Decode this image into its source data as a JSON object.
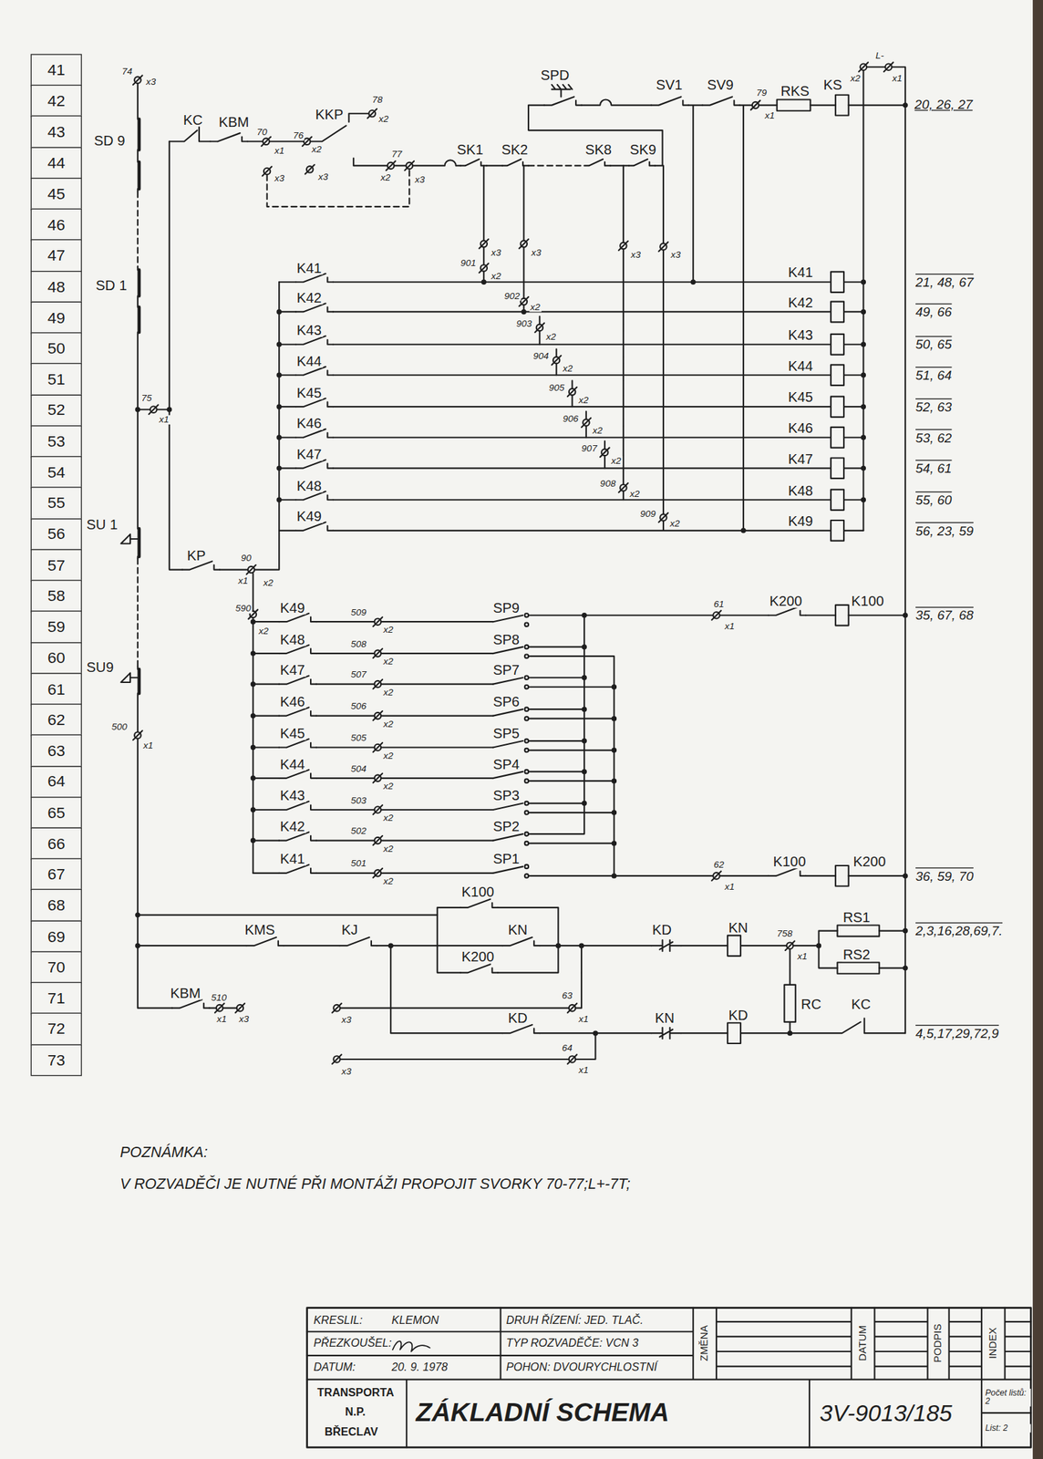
{
  "diagram": {
    "title": "ZÁKLADNÍ SCHEMA",
    "nodes": [
      {
        "text": [
          "41"
        ]
      },
      {
        "text": [
          "42"
        ]
      },
      {
        "text": [
          "43"
        ]
      },
      {
        "text": [
          "44"
        ]
      },
      {
        "text": [
          "45"
        ]
      },
      {
        "text": [
          "46"
        ]
      },
      {
        "text": [
          "47"
        ]
      },
      {
        "text": [
          "48"
        ]
      },
      {
        "text": [
          "49"
        ]
      },
      {
        "text": [
          "50"
        ]
      },
      {
        "text": [
          "51"
        ]
      },
      {
        "text": [
          "52"
        ]
      },
      {
        "text": [
          "53"
        ]
      },
      {
        "text": [
          "54"
        ]
      },
      {
        "text": [
          "55"
        ]
      },
      {
        "text": [
          "56"
        ]
      },
      {
        "text": [
          "57"
        ]
      },
      {
        "text": [
          "58"
        ]
      },
      {
        "text": [
          "59"
        ]
      },
      {
        "text": [
          "60"
        ]
      },
      {
        "text": [
          "61"
        ]
      },
      {
        "text": [
          "62"
        ]
      },
      {
        "text": [
          "63"
        ]
      },
      {
        "text": [
          "64"
        ]
      },
      {
        "text": [
          "65"
        ]
      },
      {
        "text": [
          "66"
        ]
      },
      {
        "text": [
          "67"
        ]
      },
      {
        "text": [
          "68"
        ]
      },
      {
        "text": [
          "69"
        ]
      },
      {
        "text": [
          "70"
        ]
      },
      {
        "text": [
          "71"
        ]
      },
      {
        "text": [
          "72"
        ]
      },
      {
        "text": [
          "73"
        ]
      }
    ],
    "labels": [
      "74",
      "x3",
      "SD 9",
      "SD 1",
      "75",
      "x1",
      "SU 1",
      "SU9",
      "500",
      "x1",
      "KC",
      "KBM",
      "70",
      "x1",
      "x3",
      "KKP",
      "76",
      "x2",
      "x3",
      "78",
      "x2",
      "77",
      "x2",
      "x3",
      "SPD",
      "SV1",
      "SV9",
      "79",
      "x1",
      "RKS",
      "KS",
      "L-",
      "x2",
      "x1",
      "20, 26, 27",
      "SK1",
      "SK2",
      "SK8",
      "SK9",
      "x3",
      "x3",
      "x3",
      "x3",
      "901",
      "x2",
      "902",
      "x2",
      "903",
      "x2",
      "904",
      "x2",
      "905",
      "x2",
      "906",
      "x2",
      "907",
      "x2",
      "908",
      "x2",
      "909",
      "x2",
      "K41",
      "K42",
      "K43",
      "K44",
      "K45",
      "K46",
      "K47",
      "K48",
      "K49",
      "K41",
      "K42",
      "K43",
      "K44",
      "K45",
      "K46",
      "K47",
      "K48",
      "K49",
      "21, 48, 67",
      "49, 66",
      "50, 65",
      "51, 64",
      "52, 63",
      "53, 62",
      "54, 61",
      "55, 60",
      "56, 23, 59",
      "KP",
      "90",
      "x1",
      "x2",
      "590",
      "x2",
      "K49",
      "K48",
      "K47",
      "K46",
      "K45",
      "K44",
      "K43",
      "K42",
      "K41",
      "509",
      "x2",
      "508",
      "x2",
      "507",
      "x2",
      "506",
      "x2",
      "505",
      "x2",
      "504",
      "x2",
      "503",
      "x2",
      "502",
      "x2",
      "501",
      "x2",
      "SP9",
      "SP8",
      "SP7",
      "SP6",
      "SP5",
      "SP4",
      "SP3",
      "SP2",
      "SP1",
      "61",
      "x1",
      "K200",
      "K100",
      "35, 67, 68",
      "62",
      "x1",
      "K100",
      "K200",
      "36, 59, 70",
      "K100",
      "KMS",
      "KJ",
      "KN",
      "K200",
      "KD",
      "KN",
      "758",
      "x1",
      "RS1",
      "2,3,16,28,69,7.",
      "RS2",
      "KBM",
      "510",
      "x1",
      "x3",
      "RC",
      "KC",
      "x3",
      "63",
      "x1",
      "KD",
      "KN",
      "KD",
      "4,5,17,29,72,9",
      "x3",
      "64",
      "x1",
      "POZNÁMKA:",
      "V ROZVADĚČI JE NUTNÉ PŘI MONTÁŽI PROPOJIT SVORKY 70-77;L+-7T;",
      "KRESLIL:",
      "KLEMON",
      "PŘEZKOUŠEL:",
      "DATUM:",
      "20. 9. 1978",
      "DRUH ŘÍZENÍ: JED. TLAČ.",
      "TYP ROZVADĚČE: VCN 3",
      "POHON: DVOURYCHLOSTNÍ",
      "ZMĚNA",
      "DATUM",
      "PODPIS",
      "INDEX",
      "TRANSPORTA",
      "N.P.",
      "BŘECLAV",
      "3V-9013/185",
      "Počet listů: 2",
      "List: 2"
    ]
  }
}
